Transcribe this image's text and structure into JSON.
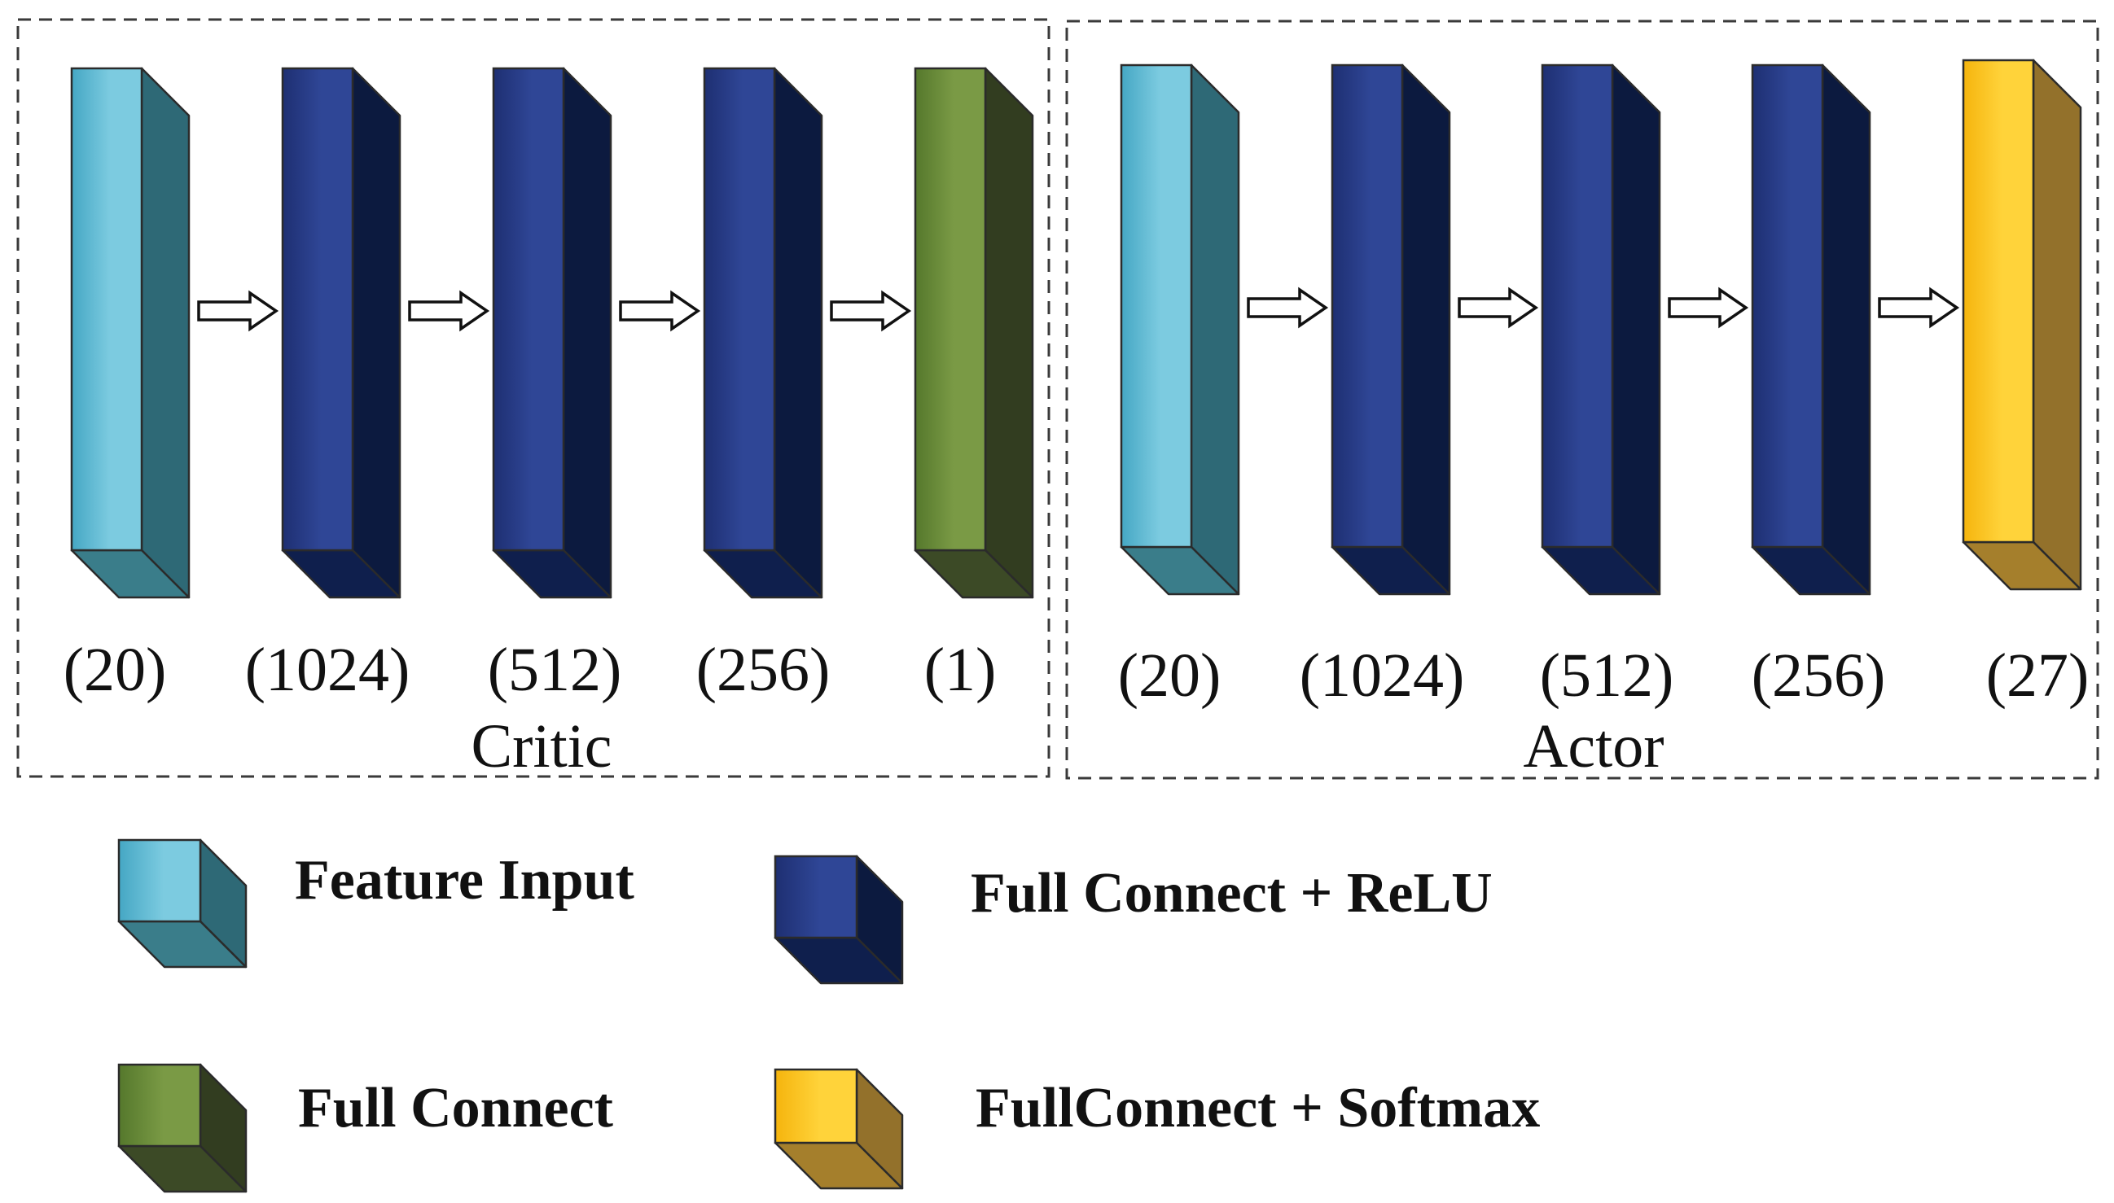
{
  "colors": {
    "feature_input": {
      "front_light": "#7ccbe0",
      "front_dark": "#45a7c4",
      "side": "#2e6976",
      "bottom": "#3a7d8a"
    },
    "full_connect_relu": {
      "front_light": "#2f4696",
      "front_dark": "#1e2f72",
      "side": "#0c1a3f",
      "bottom": "#0f1f4d"
    },
    "full_connect": {
      "front_light": "#7a9a45",
      "front_dark": "#55782c",
      "side": "#323d20",
      "bottom": "#3c4a26"
    },
    "full_connect_softmax": {
      "front_light": "#ffd33a",
      "front_dark": "#f5b40d",
      "side": "#93712b",
      "bottom": "#a57f2c"
    }
  },
  "panels": [
    {
      "name": "critic",
      "label": "Critic",
      "layers": [
        {
          "type": "feature_input",
          "size": "(20)"
        },
        {
          "type": "full_connect_relu",
          "size": "(1024)"
        },
        {
          "type": "full_connect_relu",
          "size": "(512)"
        },
        {
          "type": "full_connect_relu",
          "size": "(256)"
        },
        {
          "type": "full_connect",
          "size": "(1)"
        }
      ]
    },
    {
      "name": "actor",
      "label": "Actor",
      "layers": [
        {
          "type": "feature_input",
          "size": "(20)"
        },
        {
          "type": "full_connect_relu",
          "size": "(1024)"
        },
        {
          "type": "full_connect_relu",
          "size": "(512)"
        },
        {
          "type": "full_connect_relu",
          "size": "(256)"
        },
        {
          "type": "full_connect_softmax",
          "size": "(27)"
        }
      ]
    }
  ],
  "legend": [
    {
      "type": "feature_input",
      "label": "Feature Input"
    },
    {
      "type": "full_connect_relu",
      "label": "Full Connect + ReLU"
    },
    {
      "type": "full_connect",
      "label": "Full Connect"
    },
    {
      "type": "full_connect_softmax",
      "label": "FullConnect + Softmax"
    }
  ]
}
